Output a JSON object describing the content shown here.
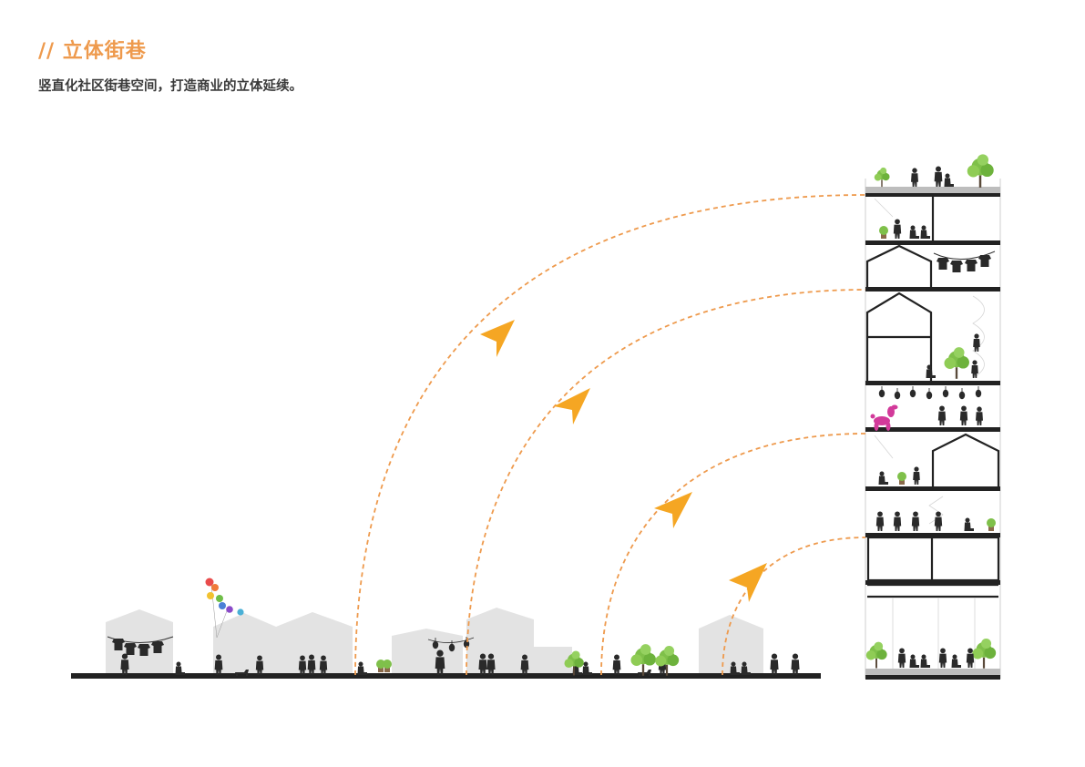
{
  "header": {
    "title": "// 立体街巷",
    "subtitle": "竖直化社区街巷空间，打造商业的立体延续。"
  },
  "colors": {
    "accent": "#EE9A4D",
    "arrow_head": "#F5A623",
    "ground": "#222222",
    "building_shadow": "#E3E3E3",
    "silhouette": "#2a2a2a",
    "tree": "#7FC04A",
    "balloon_dog": "#D23A9A"
  },
  "diagram": {
    "tower_floors": 9,
    "arrow_count": 4,
    "icons": [
      "person-silhouette-icon",
      "tree-icon",
      "balloon-icon",
      "lantern-icon",
      "clothesline-icon",
      "balloon-dog-icon",
      "dog-icon"
    ]
  }
}
